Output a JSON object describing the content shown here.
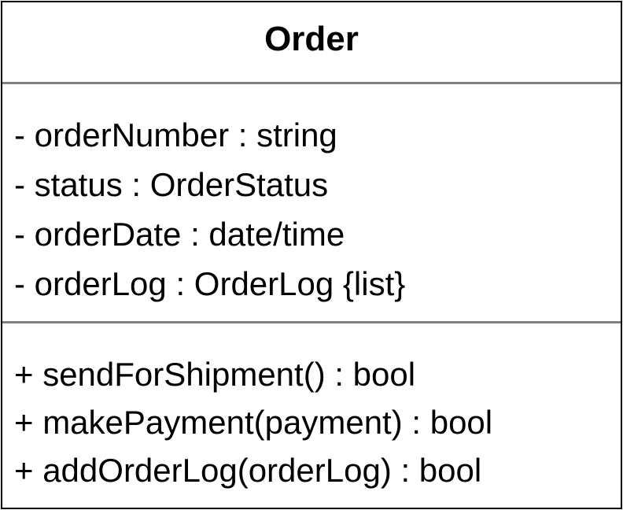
{
  "class": {
    "name": "Order",
    "attributes": [
      "- orderNumber : string",
      "- status : OrderStatus",
      "- orderDate : date/time",
      "- orderLog : OrderLog {list}"
    ],
    "operations": [
      "+ sendForShipment() : bool",
      "+ makePayment(payment) : bool",
      "+ addOrderLog(orderLog) : bool"
    ]
  },
  "colors": {
    "border": "#000000",
    "divider": "#808080",
    "background": "#ffffff"
  }
}
